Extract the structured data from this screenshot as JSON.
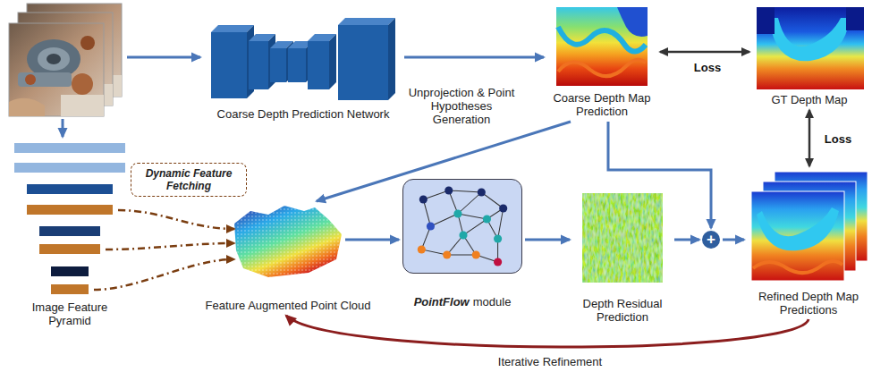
{
  "diagram": {
    "nodes": [
      {
        "text": [
          "Coarse Depth Prediction Network"
        ]
      },
      {
        "text": [
          "Coarse Depth Map Prediction"
        ]
      },
      {
        "text": [
          "GT Depth Map"
        ]
      },
      {
        "text": [
          "Image Feature Pyramid"
        ]
      },
      {
        "text": [
          "Dynamic Feature Fetching"
        ]
      },
      {
        "text": [
          "Feature Augmented Point Cloud"
        ]
      },
      {
        "text": [
          "PointFlow",
          "module"
        ]
      },
      {
        "text": [
          "Depth Residual Prediction"
        ]
      },
      {
        "text": [
          "+"
        ]
      },
      {
        "text": [
          "Refined Depth Map Predictions"
        ]
      }
    ],
    "edges": [
      {
        "from": 0,
        "to": 1,
        "arrow": "to"
      },
      {
        "from": 1,
        "to": 2,
        "arrow": "both",
        "label": "Loss"
      },
      {
        "from": 1,
        "to": 5,
        "arrow": "to",
        "label": "Unprojection & Point Hypotheses Generation"
      },
      {
        "from": 3,
        "to": 5,
        "arrow": "to"
      },
      {
        "from": 5,
        "to": 6,
        "arrow": "to"
      },
      {
        "from": 6,
        "to": 7,
        "arrow": "to"
      },
      {
        "from": 1,
        "to": 8,
        "arrow": "to"
      },
      {
        "from": 7,
        "to": 8,
        "arrow": "to"
      },
      {
        "from": 8,
        "to": 9,
        "arrow": "to"
      },
      {
        "from": 2,
        "to": 9,
        "arrow": "both",
        "label": "Loss"
      },
      {
        "from": 9,
        "to": 5,
        "arrow": "to",
        "label": "Iterative Refinement"
      }
    ]
  }
}
